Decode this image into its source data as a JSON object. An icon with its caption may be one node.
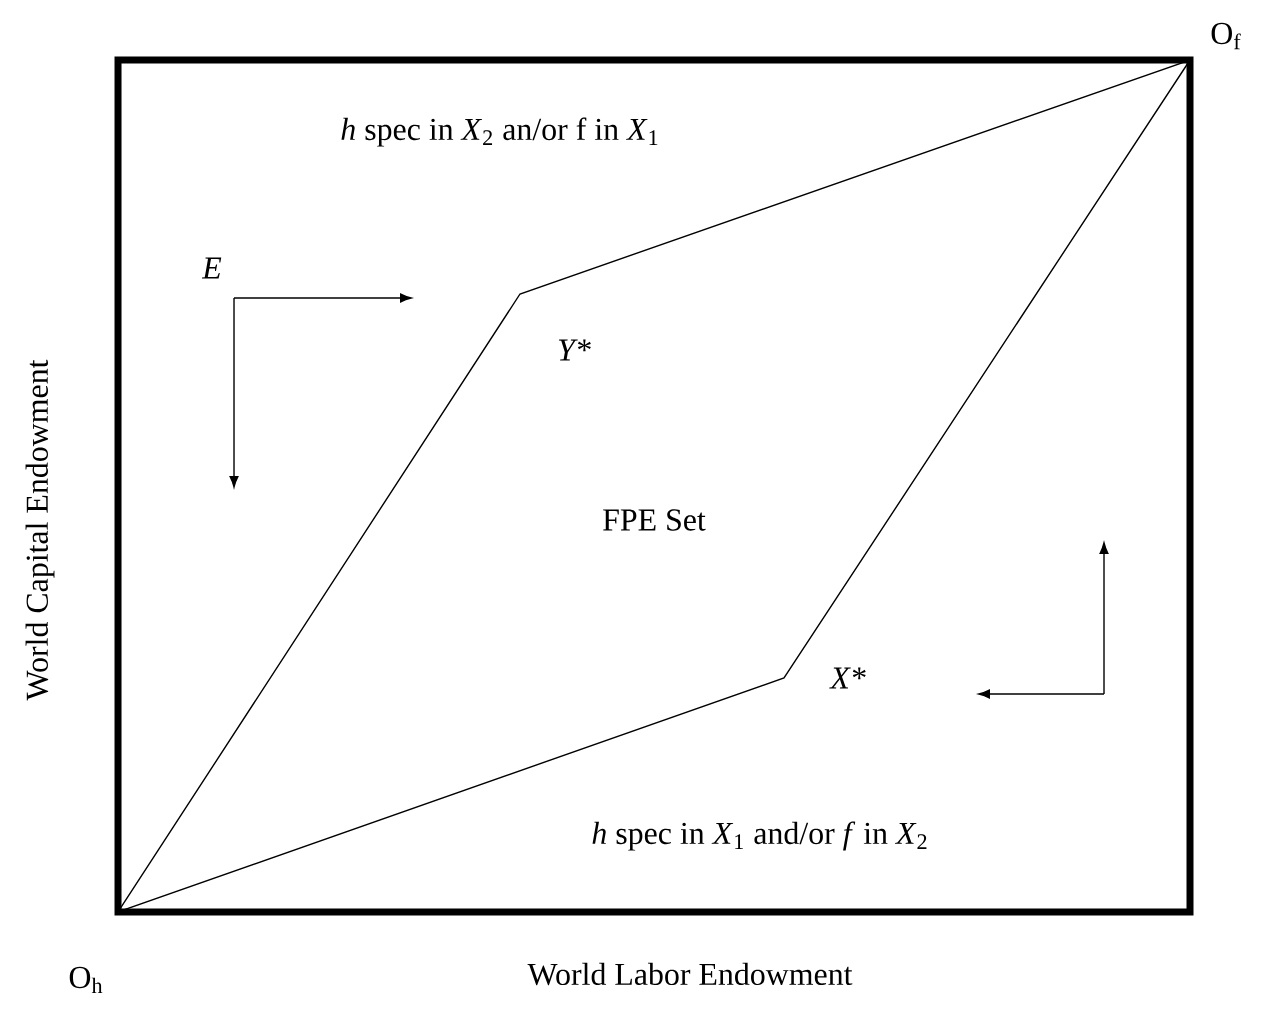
{
  "diagram": {
    "nodes": [
      {
        "text": [
          "FPE Set"
        ]
      }
    ],
    "edges": [],
    "labels": [
      "O$_{f}$",
      "*h* spec in *X*$_{2}$ an/or f in *X*$_{1}$",
      "E",
      "Y*",
      "X*",
      "*h* spec in *X*$_{1}$ and/or *f* in *X*$_{2}$",
      "O$_{h}$",
      "World Labor Endowment",
      "World Capital Endowment"
    ]
  }
}
